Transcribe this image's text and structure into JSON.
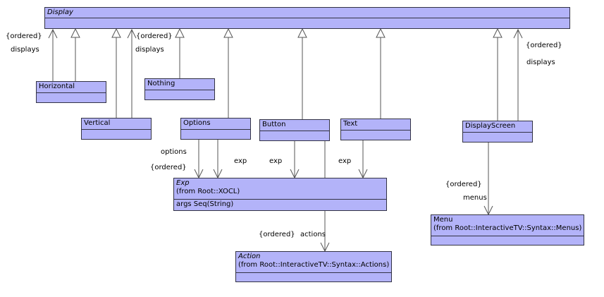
{
  "colors": {
    "class_fill": "#b3b3f9",
    "class_border": "#333344",
    "edge": "#555555"
  },
  "classes": {
    "display": {
      "name": "Display",
      "abstract": true
    },
    "horizontal": {
      "name": "Horizontal"
    },
    "vertical": {
      "name": "Vertical"
    },
    "nothing": {
      "name": "Nothing"
    },
    "options": {
      "name": "Options"
    },
    "button": {
      "name": "Button"
    },
    "text": {
      "name": "Text"
    },
    "displayscreen": {
      "name": "DisplayScreen"
    },
    "exp": {
      "name": "Exp",
      "abstract": true,
      "from": "(from Root::XOCL)",
      "attribute": "args  Seq(String)"
    },
    "action": {
      "name": "Action",
      "abstract": true,
      "from": "(from Root::InteractiveTV::Syntax::Actions)"
    },
    "menu": {
      "name": "Menu",
      "from": "(from Root::InteractiveTV::Syntax::Menus)"
    }
  },
  "labels": {
    "ordered_horizontal": "{ordered}",
    "displays_horizontal": "displays",
    "ordered_vertical": "{ordered}",
    "displays_vertical": "displays",
    "ordered_screen": "{ordered}",
    "displays_screen": "displays",
    "options_role": "options",
    "ordered_options": "{ordered}",
    "exp_options": "exp",
    "exp_button": "exp",
    "exp_text": "exp",
    "ordered_menus": "{ordered}",
    "menus_role": "menus",
    "ordered_actions": "{ordered}",
    "actions_role": "actions"
  }
}
